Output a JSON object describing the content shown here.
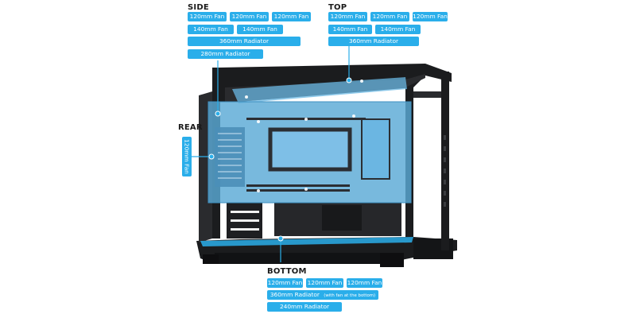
{
  "side": {
    "title": "SIDE",
    "row1": [
      "120mm Fan",
      "120mm Fan",
      "120mm Fan"
    ],
    "row2": [
      "140mm Fan",
      "140mm Fan"
    ],
    "radiator_360": "360mm Radiator",
    "radiator_280": "280mm Radiator"
  },
  "top": {
    "title": "TOP",
    "row1": [
      "120mm Fan",
      "120mm Fan",
      "120mm Fan"
    ],
    "row2": [
      "140mm Fan",
      "140mm Fan"
    ],
    "radiator_360": "360mm Radiator"
  },
  "rear": {
    "title": "REAR",
    "fan": "120mm Fan"
  },
  "bottom": {
    "title": "BOTTOM",
    "row1": [
      "120mm Fan",
      "120mm Fan",
      "120mm Fan"
    ],
    "radiator_360": "360mm Radiator",
    "radiator_360_note": "(with fan at the bottom)",
    "radiator_240": "240mm Radiator"
  },
  "colors": {
    "accent": "#2aaeea",
    "panel_fill": "#5aa9d6",
    "chassis": "#1b1c1e"
  }
}
